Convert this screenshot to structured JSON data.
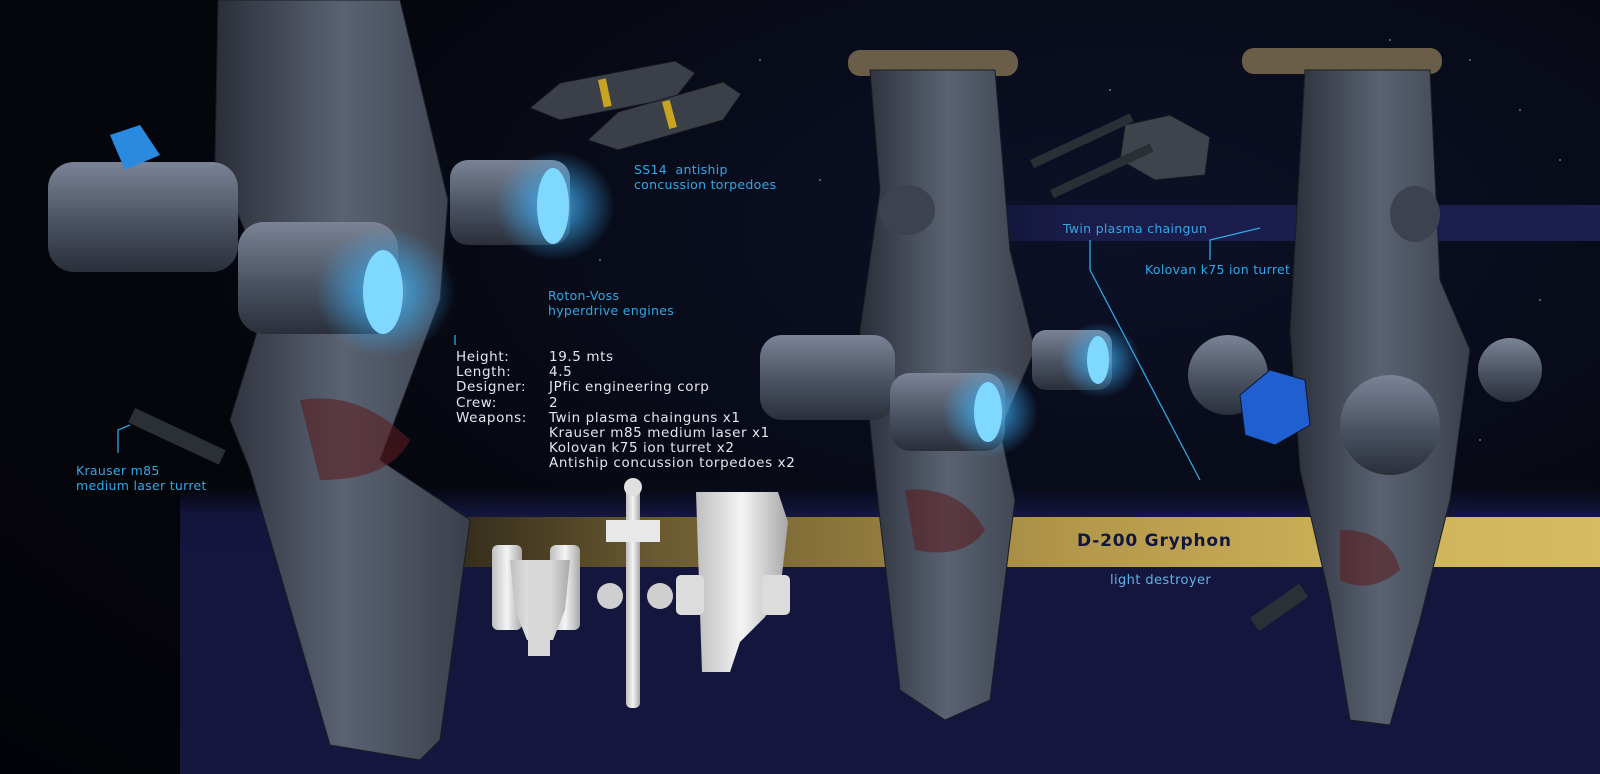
{
  "colors": {
    "background": "#05060c",
    "callout_text": "#2fa8e6",
    "spec_text": "#e4e6ee",
    "gold_band": "#c9ad58",
    "navy_band": "#15173f",
    "engine_glow": "#3fb6ff",
    "hull": "#4a5261"
  },
  "callouts": {
    "torpedoes": "SS14  antiship\nconcussion torpedoes",
    "engines": "Roton-Voss\nhyperdrive engines",
    "laser_turret": "Krauser m85\nmedium laser turret",
    "chaingun": "Twin plasma chaingun",
    "ion_turret": "Kolovan k75 ion turret"
  },
  "specs": [
    {
      "label": "Height:",
      "value": "19.5 mts"
    },
    {
      "label": "Length:",
      "value": "4.5"
    },
    {
      "label": "Designer:",
      "value": "JPfic engineering corp"
    },
    {
      "label": "Crew:",
      "value": "2"
    },
    {
      "label": "Weapons:",
      "value": "Twin plasma chainguns x1"
    },
    {
      "label": "",
      "value": "Krauser m85 medium laser x1"
    },
    {
      "label": "",
      "value": "Kolovan k75 ion turret x2"
    },
    {
      "label": "",
      "value": "Antiship concussion torpedoes x2"
    }
  ],
  "ship": {
    "name": "D-200 Gryphon",
    "class": "light destroyer"
  },
  "icons": [
    "ship-render-left",
    "ship-render-center",
    "ship-render-right",
    "torpedo-render",
    "chaingun-render",
    "blueprint-front-view",
    "blueprint-side-view",
    "blueprint-top-view"
  ]
}
